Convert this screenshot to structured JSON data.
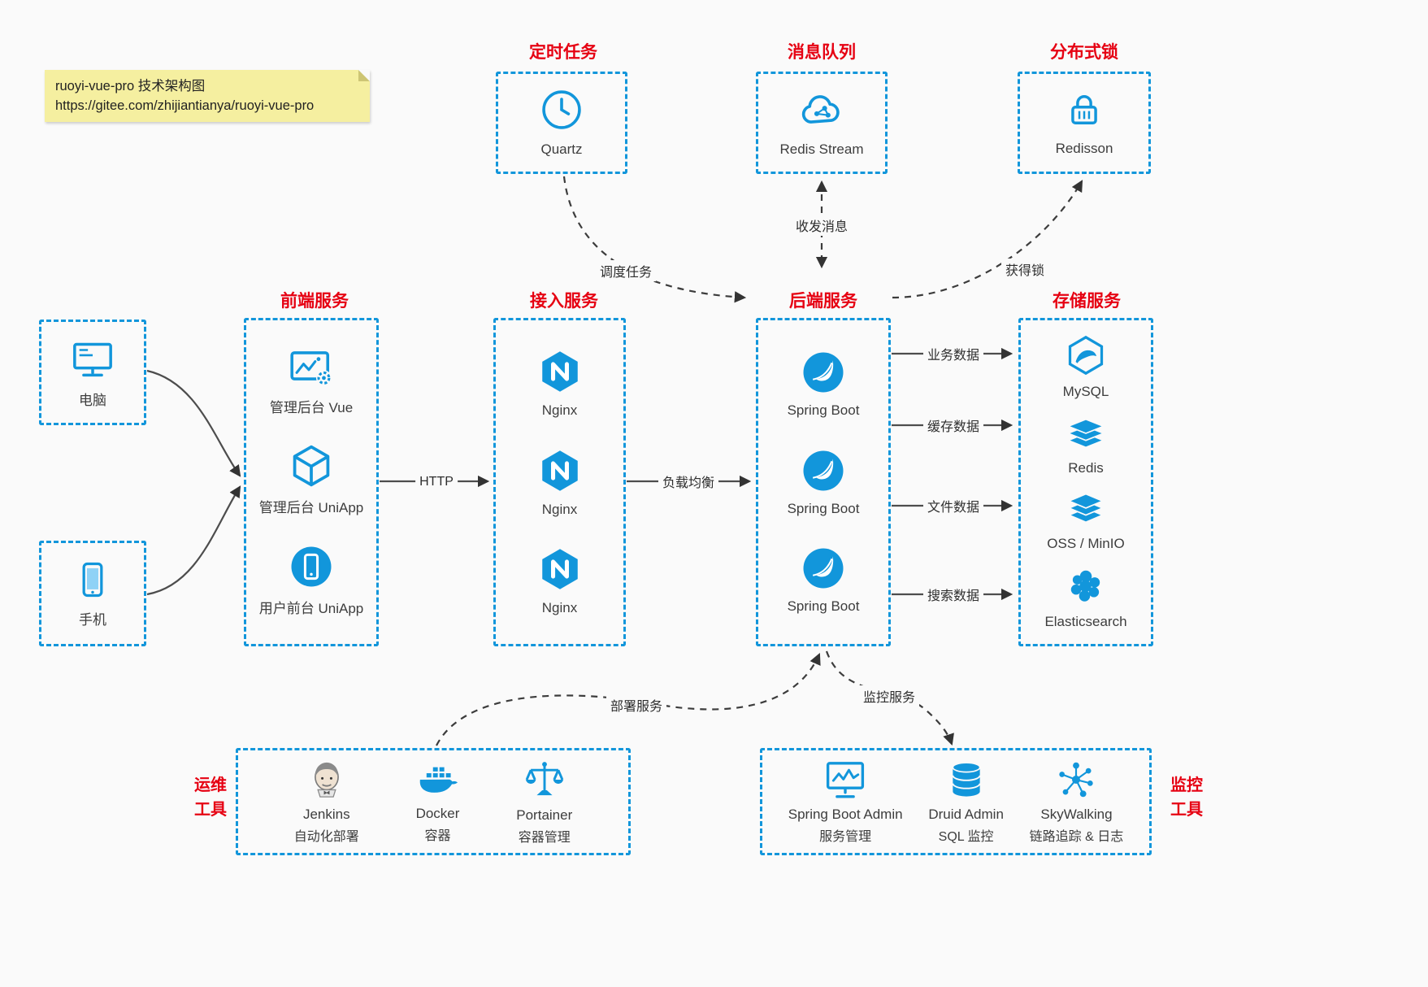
{
  "colors": {
    "accent_blue": "#1296db",
    "title_red": "#e60012",
    "arrow_gray": "#4d4d4d",
    "note_bg": "#f5efa0",
    "page_bg": "#fafafa"
  },
  "note": {
    "line1": "ruoyi-vue-pro 技术架构图",
    "line2": "https://gitee.com/zhijiantianya/ruoyi-vue-pro"
  },
  "top_services": [
    {
      "title": "定时任务",
      "icon": "clock-icon",
      "label": "Quartz"
    },
    {
      "title": "消息队列",
      "icon": "cloud-network-icon",
      "label": "Redis Stream"
    },
    {
      "title": "分布式锁",
      "icon": "lock-icon",
      "label": "Redisson"
    }
  ],
  "clients": [
    {
      "icon": "desktop-icon",
      "label": "电脑"
    },
    {
      "icon": "smartphone-icon",
      "label": "手机"
    }
  ],
  "frontend": {
    "title": "前端服务",
    "items": [
      {
        "icon": "admin-screen-gear-icon",
        "label": "管理后台 Vue"
      },
      {
        "icon": "cube-wireframe-icon",
        "label": "管理后台 UniApp"
      },
      {
        "icon": "mobile-app-circle-icon",
        "label": "用户前台 UniApp"
      }
    ]
  },
  "gateway": {
    "title": "接入服务",
    "items": [
      {
        "icon": "nginx-icon",
        "label": "Nginx"
      },
      {
        "icon": "nginx-icon",
        "label": "Nginx"
      },
      {
        "icon": "nginx-icon",
        "label": "Nginx"
      }
    ]
  },
  "backend": {
    "title": "后端服务",
    "items": [
      {
        "icon": "spring-icon",
        "label": "Spring Boot"
      },
      {
        "icon": "spring-icon",
        "label": "Spring Boot"
      },
      {
        "icon": "spring-icon",
        "label": "Spring Boot"
      }
    ]
  },
  "storage": {
    "title": "存储服务",
    "items": [
      {
        "icon": "mysql-icon",
        "label": "MySQL"
      },
      {
        "icon": "redis-stack-icon",
        "label": "Redis"
      },
      {
        "icon": "layers-stack-icon",
        "label": "OSS / MinIO"
      },
      {
        "icon": "elasticsearch-icon",
        "label": "Elasticsearch"
      }
    ]
  },
  "edge_labels": {
    "http": "HTTP",
    "load_balance": "负载均衡",
    "business_data": "业务数据",
    "cache_data": "缓存数据",
    "file_data": "文件数据",
    "search_data": "搜索数据",
    "schedule_task": "调度任务",
    "messaging": "收发消息",
    "acquire_lock": "获得锁",
    "deploy": "部署服务",
    "monitor": "监控服务"
  },
  "ops_tools": {
    "side_title": [
      "运维",
      "工具"
    ],
    "items": [
      {
        "icon": "jenkins-icon",
        "label": "Jenkins",
        "sub": "自动化部署"
      },
      {
        "icon": "docker-icon",
        "label": "Docker",
        "sub": "容器"
      },
      {
        "icon": "portainer-icon",
        "label": "Portainer",
        "sub": "容器管理"
      }
    ]
  },
  "monitor_tools": {
    "side_title": [
      "监控",
      "工具"
    ],
    "items": [
      {
        "icon": "spring-boot-admin-icon",
        "label": "Spring Boot Admin",
        "sub": "服务管理"
      },
      {
        "icon": "druid-icon",
        "label": "Druid Admin",
        "sub": "SQL 监控"
      },
      {
        "icon": "skywalking-icon",
        "label": "SkyWalking",
        "sub": "链路追踪 & 日志"
      }
    ]
  }
}
